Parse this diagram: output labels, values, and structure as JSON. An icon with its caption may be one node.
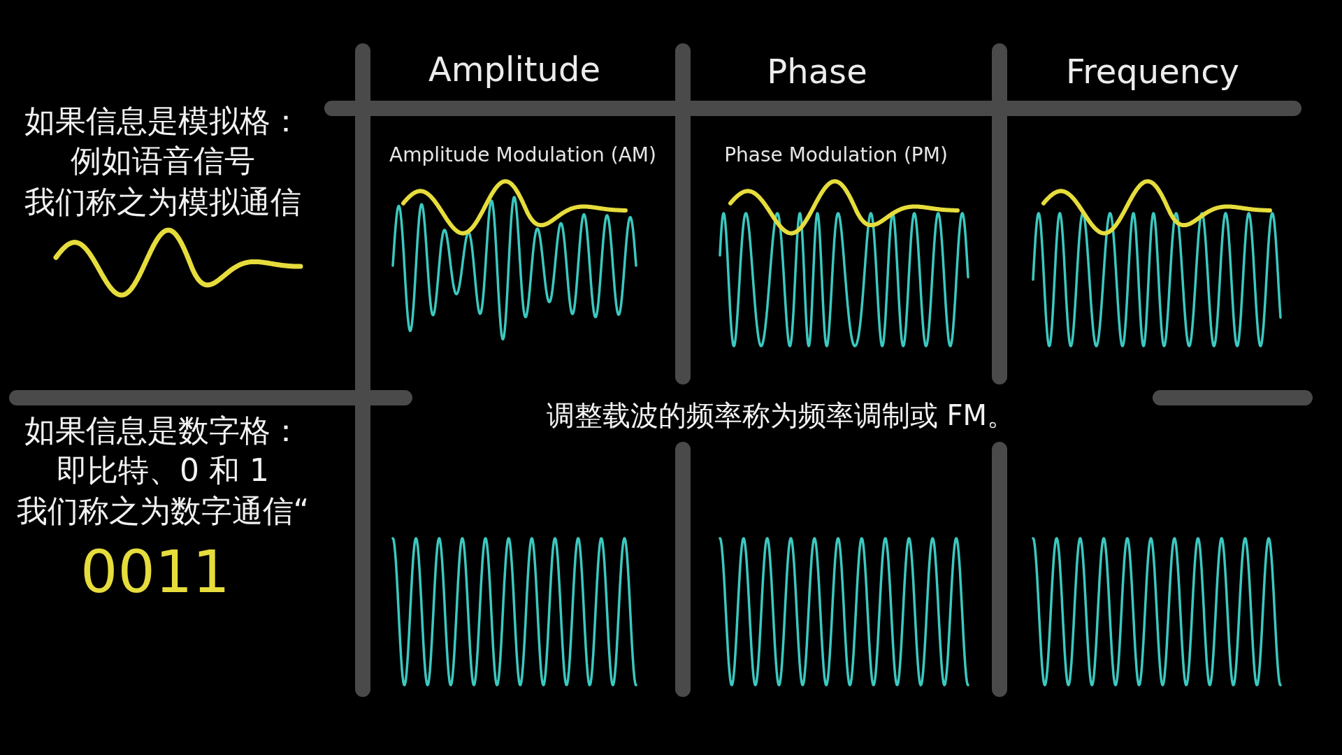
{
  "diagram": {
    "labels": [
      "Amplitude",
      "Phase",
      "Frequency",
      "如果信息是模拟格：",
      "Amplitude Modulation (AM)",
      "Phase Modulation (PM)",
      "例如语音信号",
      "我们称之为模拟通信",
      "调整载波的频率称为频率调制或 FM。",
      "如果信息是数字格：",
      "即比特、0 和 1",
      "我们称之为数字通信“",
      "0011"
    ]
  }
}
